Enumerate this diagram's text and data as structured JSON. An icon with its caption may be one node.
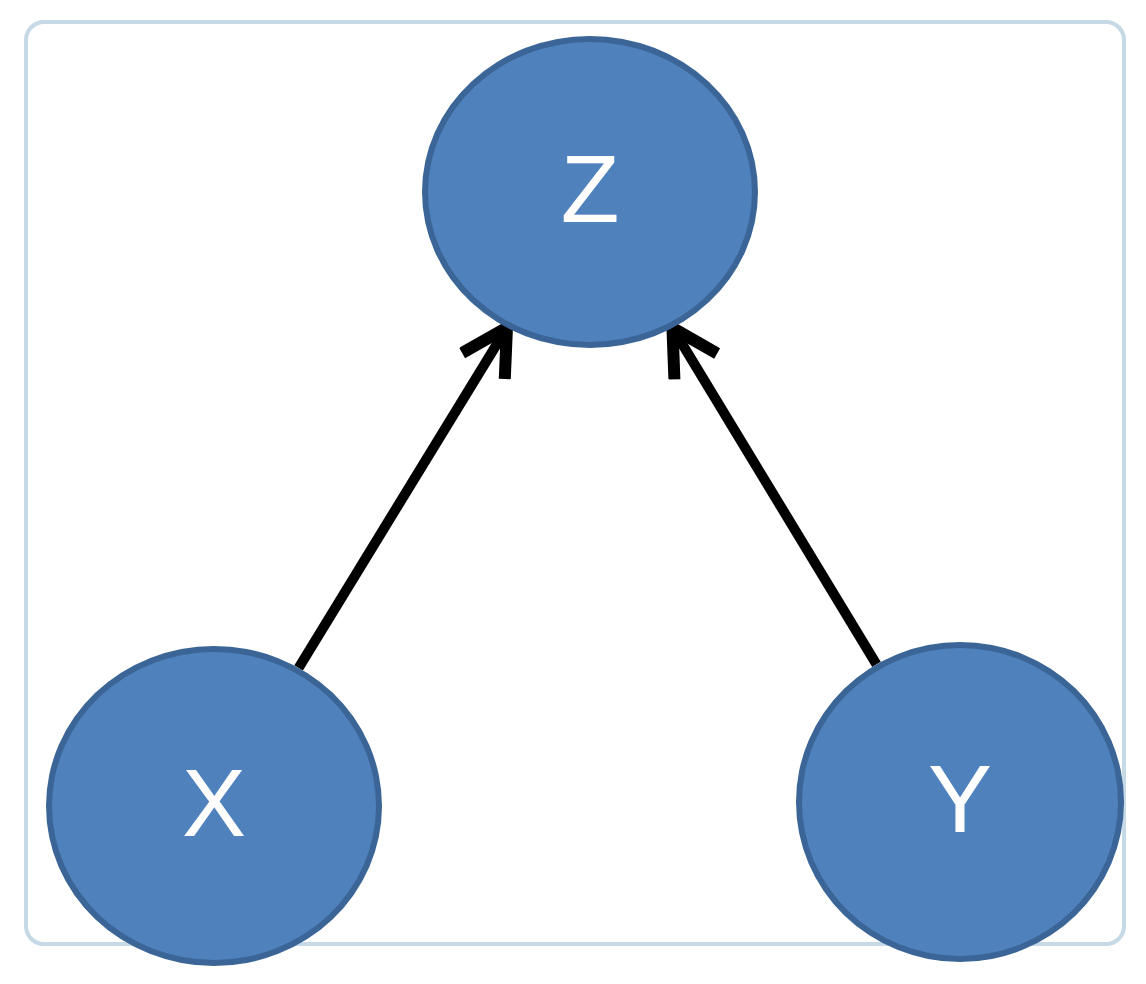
{
  "diagram": {
    "nodes": [
      {
        "text": [
          "Z"
        ]
      },
      {
        "text": [
          "X"
        ]
      },
      {
        "text": [
          "Y"
        ]
      }
    ],
    "edges": [
      {
        "from": 1,
        "to": 0,
        "arrow": "to"
      },
      {
        "from": 2,
        "to": 0,
        "arrow": "to"
      }
    ]
  }
}
